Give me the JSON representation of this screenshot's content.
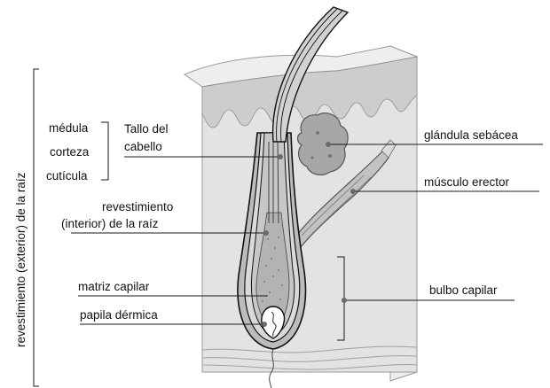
{
  "labels": {
    "outer_root_sheath": "revestimiento (exterior) de la raíz",
    "medulla": "médula",
    "cortex": "corteza",
    "cuticle": "cutícula",
    "hair_shaft_line1": "Tallo del",
    "hair_shaft_line2": "cabello",
    "inner_root_sheath_line1": "revestimiento",
    "inner_root_sheath_line2": "(interior) de la raíz",
    "hair_matrix": "matriz capilar",
    "dermal_papilla": "papila dérmica",
    "sebaceous_gland": "glándula sebácea",
    "erector_muscle": "músculo erector",
    "hair_bulb": "bulbo capilar"
  },
  "colors": {
    "ink": "#111111",
    "skin_top": "#e6e6e6",
    "skin_front": "#e0e0e0",
    "epidermis": "#cfcfcf",
    "follicle": "#bdbdbd",
    "gland": "#a9a9a9"
  }
}
